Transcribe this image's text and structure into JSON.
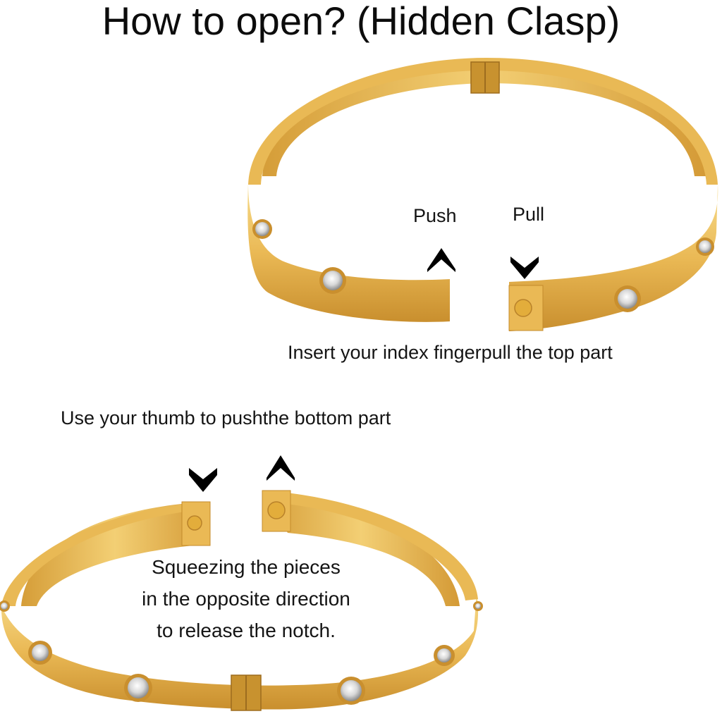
{
  "title": "How to open? (Hidden Clasp)",
  "top": {
    "push_label": "Push",
    "pull_label": "Pull",
    "caption": "Insert your index fingerpull the top part"
  },
  "bottom": {
    "caption": "Use your thumb to pushthe bottom part",
    "instruction_lines": [
      "Squeezing the pieces",
      "in the opposite direction",
      "to release the notch."
    ]
  },
  "colors": {
    "gold_light": "#f3cf74",
    "gold_mid": "#e3ad3b",
    "gold_dark": "#b9822a",
    "arrow": "#000000"
  }
}
